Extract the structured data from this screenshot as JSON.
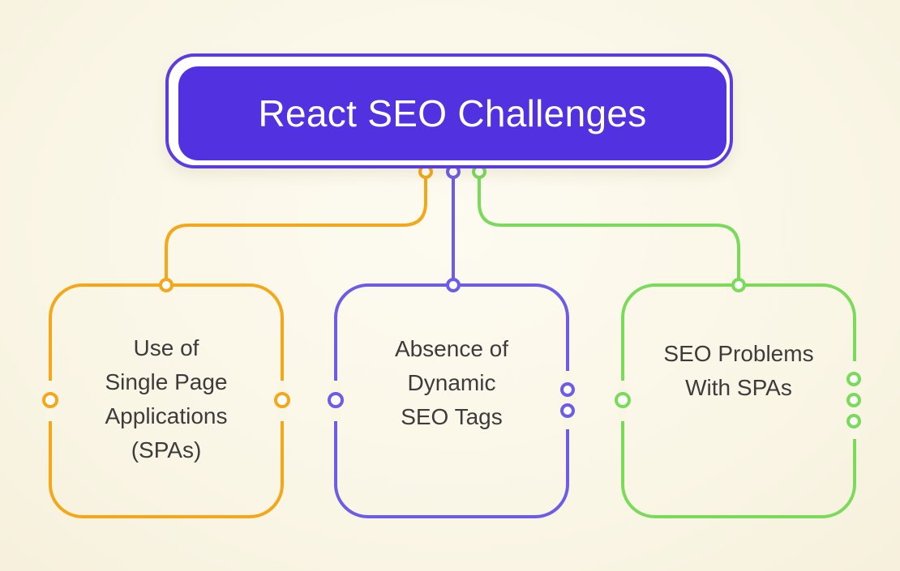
{
  "title": "React SEO Challenges",
  "colors": {
    "title_fill": "#5231e0",
    "title_border": "#5b3ce0",
    "orange": "#f5a71a",
    "purple": "#6c5ce7",
    "green": "#7ada5a"
  },
  "boxes": [
    {
      "label": "Use of\nSingle Page\nApplications\n(SPAs)",
      "color": "orange"
    },
    {
      "label": "Absence of\nDynamic\nSEO Tags",
      "color": "purple"
    },
    {
      "label": "SEO Problems\nWith SPAs",
      "color": "green"
    }
  ]
}
